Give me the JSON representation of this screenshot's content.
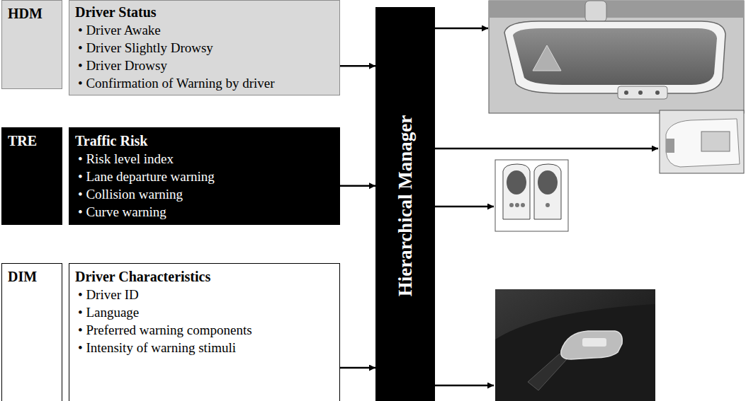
{
  "diagram": {
    "nodes": [
      {
        "text": [
          "HDM"
        ]
      },
      {
        "text": [
          "Driver Status",
          "• Driver Awake",
          "• Driver Slightly Drowsy",
          "• Driver Drowsy",
          "• Confirmation of Warning by driver"
        ]
      },
      {
        "text": [
          "TRE"
        ]
      },
      {
        "text": [
          "Traffic Risk",
          "• Risk level index",
          "• Lane departure warning",
          "• Collision warning",
          "• Curve warning"
        ]
      },
      {
        "text": [
          "DIM"
        ]
      },
      {
        "text": [
          "Driver Characteristics",
          "• Driver ID",
          "• Language",
          "• Preferred warning components",
          "• Intensity of warning stimuli"
        ]
      },
      {
        "text": [
          "Hierarchical Manager"
        ]
      }
    ],
    "edges": [
      {
        "from": 1,
        "to": 6,
        "arrow": "to"
      },
      {
        "from": 3,
        "to": 6,
        "arrow": "to"
      },
      {
        "from": 5,
        "to": 6,
        "arrow": "to"
      }
    ]
  }
}
